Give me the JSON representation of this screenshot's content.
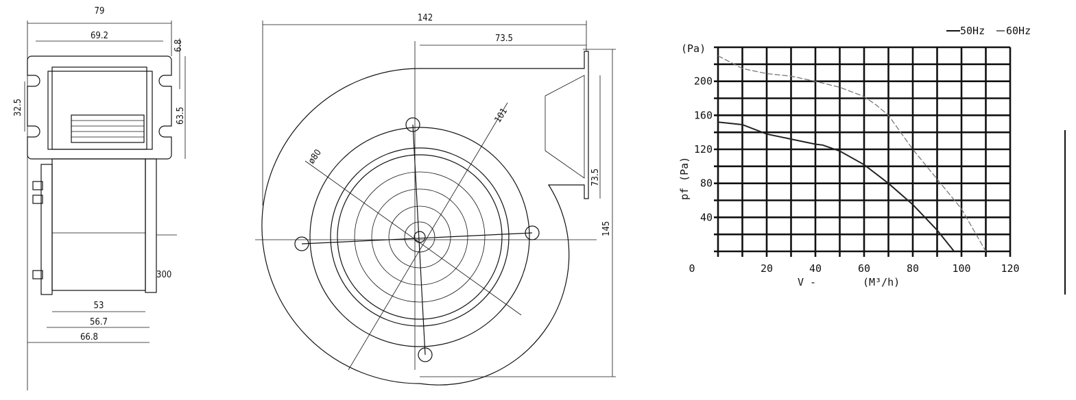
{
  "side_view": {
    "dims": {
      "overall_width": "79",
      "slot_spacing": "69.2",
      "top_offset": "6.8",
      "slot_height": "32.5",
      "flange_height": "63.5",
      "cable": "300",
      "inner_width": "53",
      "mid_width": "56.7",
      "base_width": "66.8"
    }
  },
  "front_view": {
    "dims": {
      "overall_width": "142",
      "outlet_offset": "73.5",
      "radius": "101",
      "inlet_diameter": "ø80",
      "outlet_height": "73.5",
      "overall_height": "145"
    }
  },
  "chart_data": {
    "type": "line",
    "title": "",
    "xlabel": "V -",
    "xunit": "(M³/h)",
    "ylabel": "pf (Pa)",
    "yunit": "(Pa)",
    "xlim": [
      0,
      120
    ],
    "ylim": [
      0,
      240
    ],
    "x_ticks": [
      "0",
      "20",
      "40",
      "60",
      "80",
      "100",
      "120"
    ],
    "y_ticks": [
      "40",
      "80",
      "120",
      "160",
      "200"
    ],
    "grid": true,
    "legend_position": "top-right",
    "series": [
      {
        "name": "50Hz",
        "style": "solid",
        "x": [
          0,
          10,
          20,
          30,
          40,
          43,
          50,
          60,
          70,
          80,
          90,
          97
        ],
        "y": [
          152,
          149,
          138,
          132,
          126,
          125,
          118,
          102,
          80,
          55,
          25,
          0
        ]
      },
      {
        "name": "60Hz",
        "style": "dashed",
        "x": [
          0,
          10,
          20,
          30,
          40,
          50,
          60,
          65,
          70,
          80,
          90,
          100,
          110
        ],
        "y": [
          230,
          215,
          209,
          206,
          200,
          193,
          182,
          172,
          160,
          120,
          85,
          50,
          0
        ]
      }
    ]
  }
}
